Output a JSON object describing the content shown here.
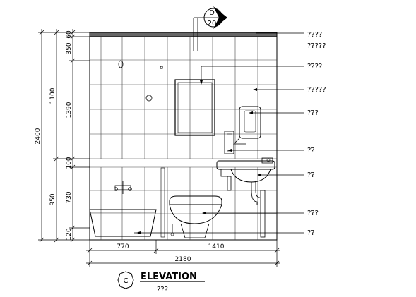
{
  "section_marker": {
    "letter": "D",
    "number": "20"
  },
  "dimensions": {
    "vertical_left": {
      "total": "2400",
      "upper": "1100",
      "lower": "950"
    },
    "vertical_inner": [
      "60",
      "350",
      "1390",
      "100",
      "730",
      "120"
    ],
    "horizontal": [
      "770",
      "1410"
    ],
    "overall_width": "2180"
  },
  "callouts": [
    "????",
    "?????",
    "????",
    "?????",
    "???",
    "??",
    "??",
    "???",
    "??"
  ],
  "title": {
    "marker": "C",
    "heading": "ELEVATION",
    "sub": "???"
  }
}
